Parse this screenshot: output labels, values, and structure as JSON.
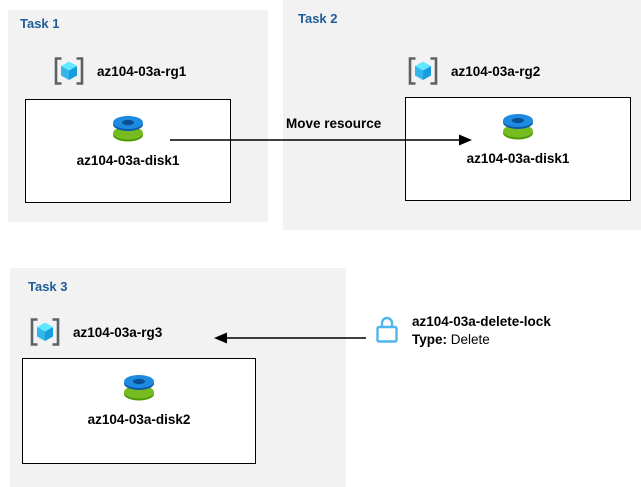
{
  "diagram": {
    "tasks": [
      {
        "label": "Task 1",
        "resource_group": "az104-03a-rg1",
        "resource": "az104-03a-disk1"
      },
      {
        "label": "Task 2",
        "resource_group": "az104-03a-rg2",
        "resource": "az104-03a-disk1"
      },
      {
        "label": "Task 3",
        "resource_group": "az104-03a-rg3",
        "resource": "az104-03a-disk2"
      }
    ],
    "move_arrow_label": "Move resource",
    "lock": {
      "name": "az104-03a-delete-lock",
      "type_label": "Type:",
      "type_value": "Delete"
    },
    "icons": {
      "resource_group": "azure-resource-group-icon",
      "disk": "azure-disk-icon",
      "lock": "lock-icon"
    },
    "colors": {
      "task_label": "#1F5C99",
      "panel_background": "#F2F2F2",
      "box_border": "#000000",
      "disk_blue": "#1E8AE0",
      "disk_green": "#76BC21",
      "rg_cube_cyan": "#5FE8FF",
      "lock_blue": "#4FB5EA",
      "arrow": "#000000"
    }
  }
}
